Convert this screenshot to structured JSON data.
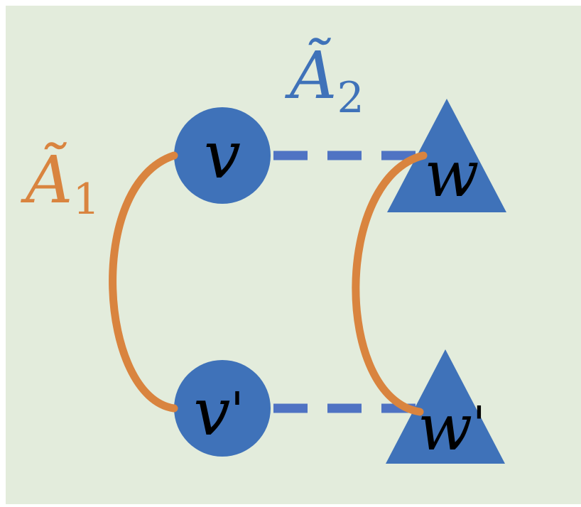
{
  "colors": {
    "background": "#e3ecdc",
    "node": "#3f72b9",
    "orange_edge": "#d9843f",
    "blue_edge": "#4f73c3",
    "label_text": "#000000"
  },
  "labels": {
    "a1_main": "Ã",
    "a1_sub": "1",
    "a2_main": "Ã",
    "a2_sub": "2"
  },
  "nodes": {
    "v": "v",
    "v_prime_base": "v",
    "v_prime_mark": "'",
    "w": "w",
    "w_prime_base": "w",
    "w_prime_mark": "'"
  }
}
